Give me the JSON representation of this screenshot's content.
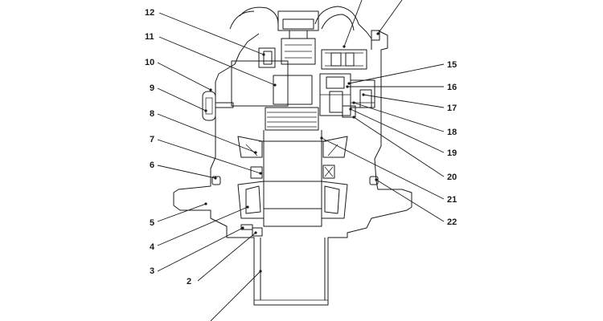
{
  "diagram": {
    "callouts": [
      {
        "id": "12",
        "label": "12"
      },
      {
        "id": "11",
        "label": "11"
      },
      {
        "id": "10",
        "label": "10"
      },
      {
        "id": "9",
        "label": "9"
      },
      {
        "id": "8",
        "label": "8"
      },
      {
        "id": "7",
        "label": "7"
      },
      {
        "id": "6",
        "label": "6"
      },
      {
        "id": "5",
        "label": "5"
      },
      {
        "id": "4",
        "label": "4"
      },
      {
        "id": "3",
        "label": "3"
      },
      {
        "id": "2",
        "label": "2"
      },
      {
        "id": "15",
        "label": "15"
      },
      {
        "id": "16",
        "label": "16"
      },
      {
        "id": "17",
        "label": "17"
      },
      {
        "id": "18",
        "label": "18"
      },
      {
        "id": "19",
        "label": "19"
      },
      {
        "id": "20",
        "label": "20"
      },
      {
        "id": "21",
        "label": "21"
      },
      {
        "id": "22",
        "label": "22"
      }
    ],
    "colors": {
      "line": "#1a1a1a",
      "background": "#ffffff"
    }
  }
}
